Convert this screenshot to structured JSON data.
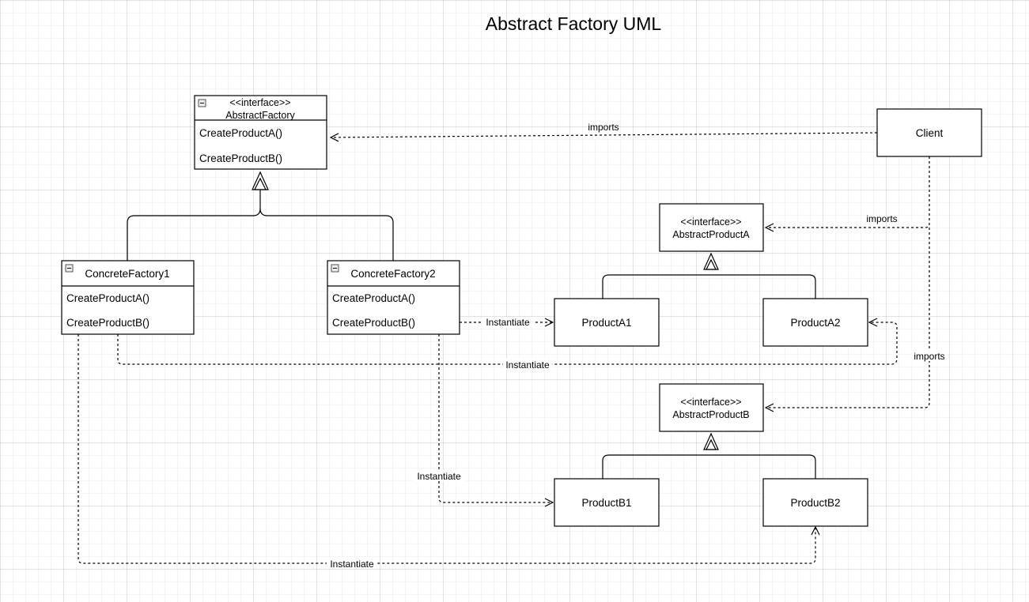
{
  "title": "Abstract Factory UML",
  "classes": {
    "abstract_factory": {
      "stereotype": "<<interface>>",
      "name": "AbstractFactory",
      "methods": [
        "CreateProductA()",
        "CreateProductB()"
      ],
      "collapse": "−"
    },
    "concrete_factory1": {
      "name": "ConcreteFactory1",
      "methods": [
        "CreateProductA()",
        "CreateProductB()"
      ],
      "collapse": "−"
    },
    "concrete_factory2": {
      "name": "ConcreteFactory2",
      "methods": [
        "CreateProductA()",
        "CreateProductB()"
      ],
      "collapse": "−"
    },
    "client": {
      "name": "Client"
    },
    "abstract_product_a": {
      "stereotype": "<<interface>>",
      "name": "AbstractProductA"
    },
    "abstract_product_b": {
      "stereotype": "<<interface>>",
      "name": "AbstractProductB"
    },
    "product_a1": {
      "name": "ProductA1"
    },
    "product_a2": {
      "name": "ProductA2"
    },
    "product_b1": {
      "name": "ProductB1"
    },
    "product_b2": {
      "name": "ProductB2"
    }
  },
  "edge_labels": {
    "client_factory": "imports",
    "client_product_a": "imports",
    "client_product_b": "imports",
    "cf2_a1": "Instantiate",
    "cf1_a2": "Instantiate",
    "cf2_b1": "Instantiate",
    "cf1_b2": "Instantiate"
  }
}
